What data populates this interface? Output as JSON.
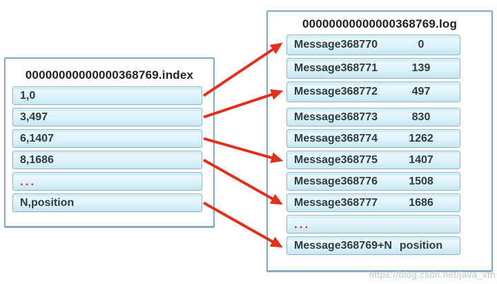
{
  "index_file": {
    "title": "00000000000000368769.index",
    "rows": [
      "1,0",
      "3,497",
      "6,1407",
      "8,1686",
      "...",
      "N,position"
    ]
  },
  "log_file": {
    "title": "00000000000000368769.log",
    "rows": [
      {
        "name": "Message368770",
        "value": "0"
      },
      {
        "name": "Message368771",
        "value": "139"
      },
      {
        "name": "Message368772",
        "value": "497"
      },
      {
        "name": "Message368773",
        "value": "830"
      },
      {
        "name": "Message368774",
        "value": "1262"
      },
      {
        "name": "Message368775",
        "value": "1407"
      },
      {
        "name": "Message368776",
        "value": "1508"
      },
      {
        "name": "Message368777",
        "value": "1686"
      },
      {
        "name": "...",
        "value": ""
      },
      {
        "name": "Message368769+N",
        "value": "position"
      }
    ]
  },
  "connections": [
    {
      "from": 0,
      "to": 0
    },
    {
      "from": 1,
      "to": 2
    },
    {
      "from": 2,
      "to": 5
    },
    {
      "from": 3,
      "to": 7
    },
    {
      "from": 5,
      "to": 9
    }
  ],
  "colors": {
    "arrow": "#e0301e",
    "dots": "#e0301e",
    "box_border": "#7fa8c9",
    "cell_border": "#93b3bf",
    "cell_fill_top": "#bfe6f2",
    "cell_fill_bottom": "#c3e7f3"
  },
  "watermark": "https://blog.csdn.net/java_xth"
}
